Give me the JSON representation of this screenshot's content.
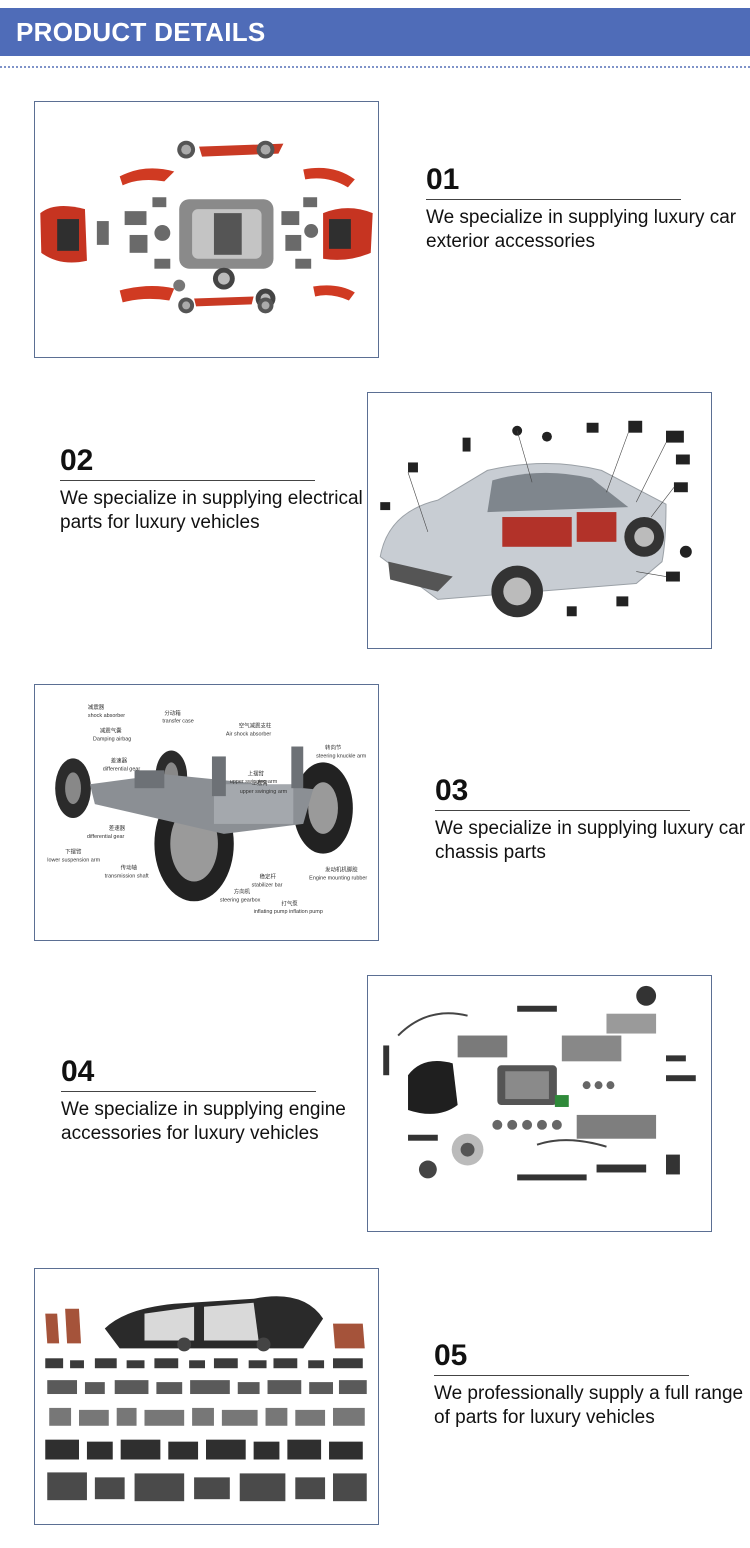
{
  "header": {
    "title": "PRODUCT DETAILS"
  },
  "sections": [
    {
      "number": "01",
      "description": "We specialize in supplying luxury car exterior accessories",
      "image_icon": "exploded-car-body-icon",
      "accent": "#c93a24"
    },
    {
      "number": "02",
      "description": "We specialize in supplying electrical parts for luxury vehicles",
      "image_icon": "car-electrical-sensors-icon",
      "accent": "#c8cdd3"
    },
    {
      "number": "03",
      "description": "We specialize in supplying luxury car chassis parts",
      "image_icon": "car-chassis-icon",
      "accent": "#2b2b2b",
      "labels": [
        "减震器",
        "shock absorber",
        "分动箱",
        "transfer case",
        "减震气囊",
        "Damping airbag",
        "空气减震支柱",
        "Air shock absorber",
        "转向节",
        "steering knuckle arm",
        "差速器",
        "differential gear",
        "上摆臂",
        "upper swinging arm",
        "上摆臂",
        "upper swinging arm",
        "差速器",
        "differential gear",
        "下摆臂",
        "lower suspension arm",
        "传动轴",
        "transmission shaft",
        "稳定杆",
        "stabilizer bar",
        "发动机机脚胶",
        "Engine mounting rubber",
        "方向机",
        "steering gearbox",
        "打气泵",
        "inflating pump inflation pump"
      ]
    },
    {
      "number": "04",
      "description": "We specialize in supplying engine accessories for luxury vehicles",
      "image_icon": "engine-parts-icon",
      "accent": "#2a2a2a"
    },
    {
      "number": "05",
      "description": "We professionally supply a full range of parts for luxury vehicles",
      "image_icon": "full-parts-layout-icon",
      "accent": "#2a2a2a"
    }
  ]
}
